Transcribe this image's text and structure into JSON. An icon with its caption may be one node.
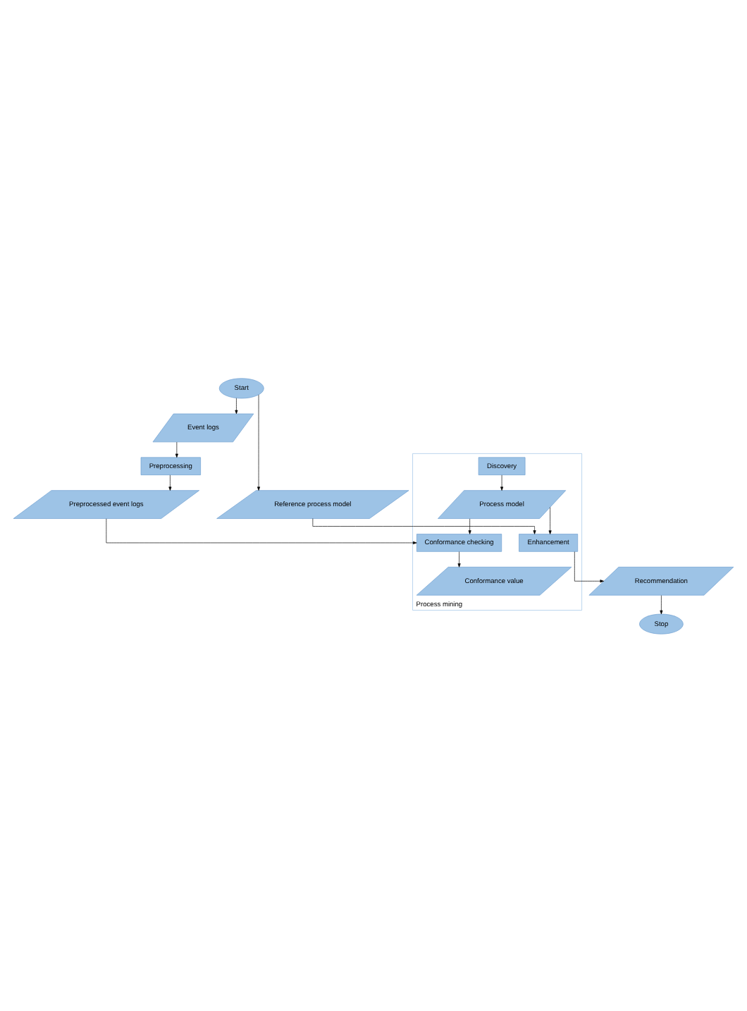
{
  "diagram": {
    "nodes": [
      {
        "text": [
          "Start"
        ]
      },
      {
        "text": [
          "Event logs"
        ]
      },
      {
        "text": [
          "Preprocessing"
        ]
      },
      {
        "text": [
          "Preprocessed event logs"
        ]
      },
      {
        "text": [
          "Reference process model"
        ]
      },
      {
        "text": [
          "Process mining"
        ]
      },
      {
        "text": [
          "Discovery"
        ],
        "in": 5
      },
      {
        "text": [
          "Process model"
        ],
        "in": 5
      },
      {
        "text": [
          "Conformance checking"
        ],
        "in": 5
      },
      {
        "text": [
          "Conformance value"
        ],
        "in": 5
      },
      {
        "text": [
          "Enhancement"
        ],
        "in": 5
      },
      {
        "text": [
          "Recommendation"
        ]
      },
      {
        "text": [
          "Stop"
        ]
      }
    ],
    "edges": [
      {
        "from": 0,
        "to": 1,
        "arrow": "to"
      },
      {
        "from": 0,
        "to": 4,
        "arrow": "to"
      },
      {
        "from": 1,
        "to": 2,
        "arrow": "to"
      },
      {
        "from": 2,
        "to": 3,
        "arrow": "to"
      },
      {
        "from": 3,
        "to": 8,
        "arrow": "to"
      },
      {
        "from": 6,
        "to": 7,
        "arrow": "to"
      },
      {
        "from": 7,
        "to": 8,
        "arrow": "to"
      },
      {
        "from": 8,
        "to": 9,
        "arrow": "to"
      },
      {
        "from": 7,
        "to": 10,
        "arrow": "to"
      },
      {
        "from": 4,
        "to": 10,
        "arrow": "to"
      },
      {
        "from": 10,
        "to": 11,
        "arrow": "to"
      },
      {
        "from": 11,
        "to": 12,
        "arrow": "to"
      }
    ]
  }
}
